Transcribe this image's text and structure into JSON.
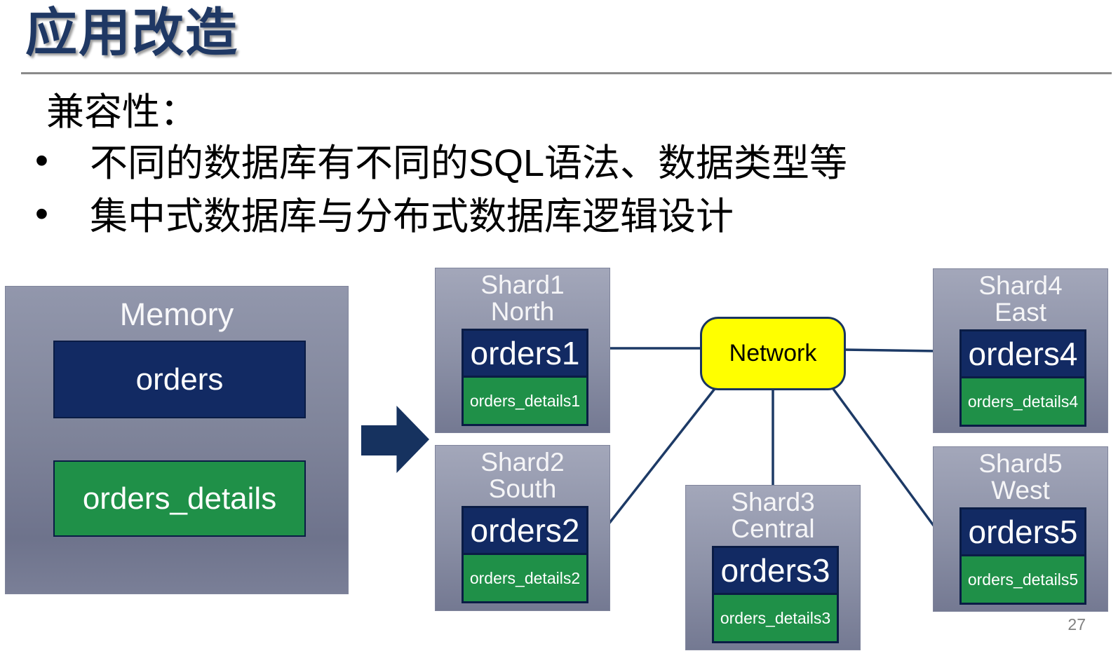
{
  "slide": {
    "title": "应用改造",
    "page_number": "27"
  },
  "body": {
    "heading": "兼容性：",
    "bullet_glyph": "•",
    "bullets": [
      "不同的数据库有不同的SQL语法、数据类型等",
      "集中式数据库与分布式数据库逻辑设计"
    ]
  },
  "diagram": {
    "memory": {
      "label": "Memory",
      "orders": "orders",
      "details": "orders_details"
    },
    "network_label": "Network",
    "shards": [
      {
        "name": "Shard1",
        "region": "North",
        "orders": "orders1",
        "details": "orders_details1"
      },
      {
        "name": "Shard2",
        "region": "South",
        "orders": "orders2",
        "details": "orders_details2"
      },
      {
        "name": "Shard3",
        "region": "Central",
        "orders": "orders3",
        "details": "orders_details3"
      },
      {
        "name": "Shard4",
        "region": "East",
        "orders": "orders4",
        "details": "orders_details4"
      },
      {
        "name": "Shard5",
        "region": "West",
        "orders": "orders5",
        "details": "orders_details5"
      }
    ],
    "colors": {
      "table_navy": "#122a63",
      "table_green": "#1f9048",
      "network_yellow": "#ffff00",
      "connector_line": "#1d3a66",
      "title_blue": "#1f3864",
      "box_gray_top": "#a3a7ba",
      "box_gray_bottom": "#747992"
    }
  }
}
